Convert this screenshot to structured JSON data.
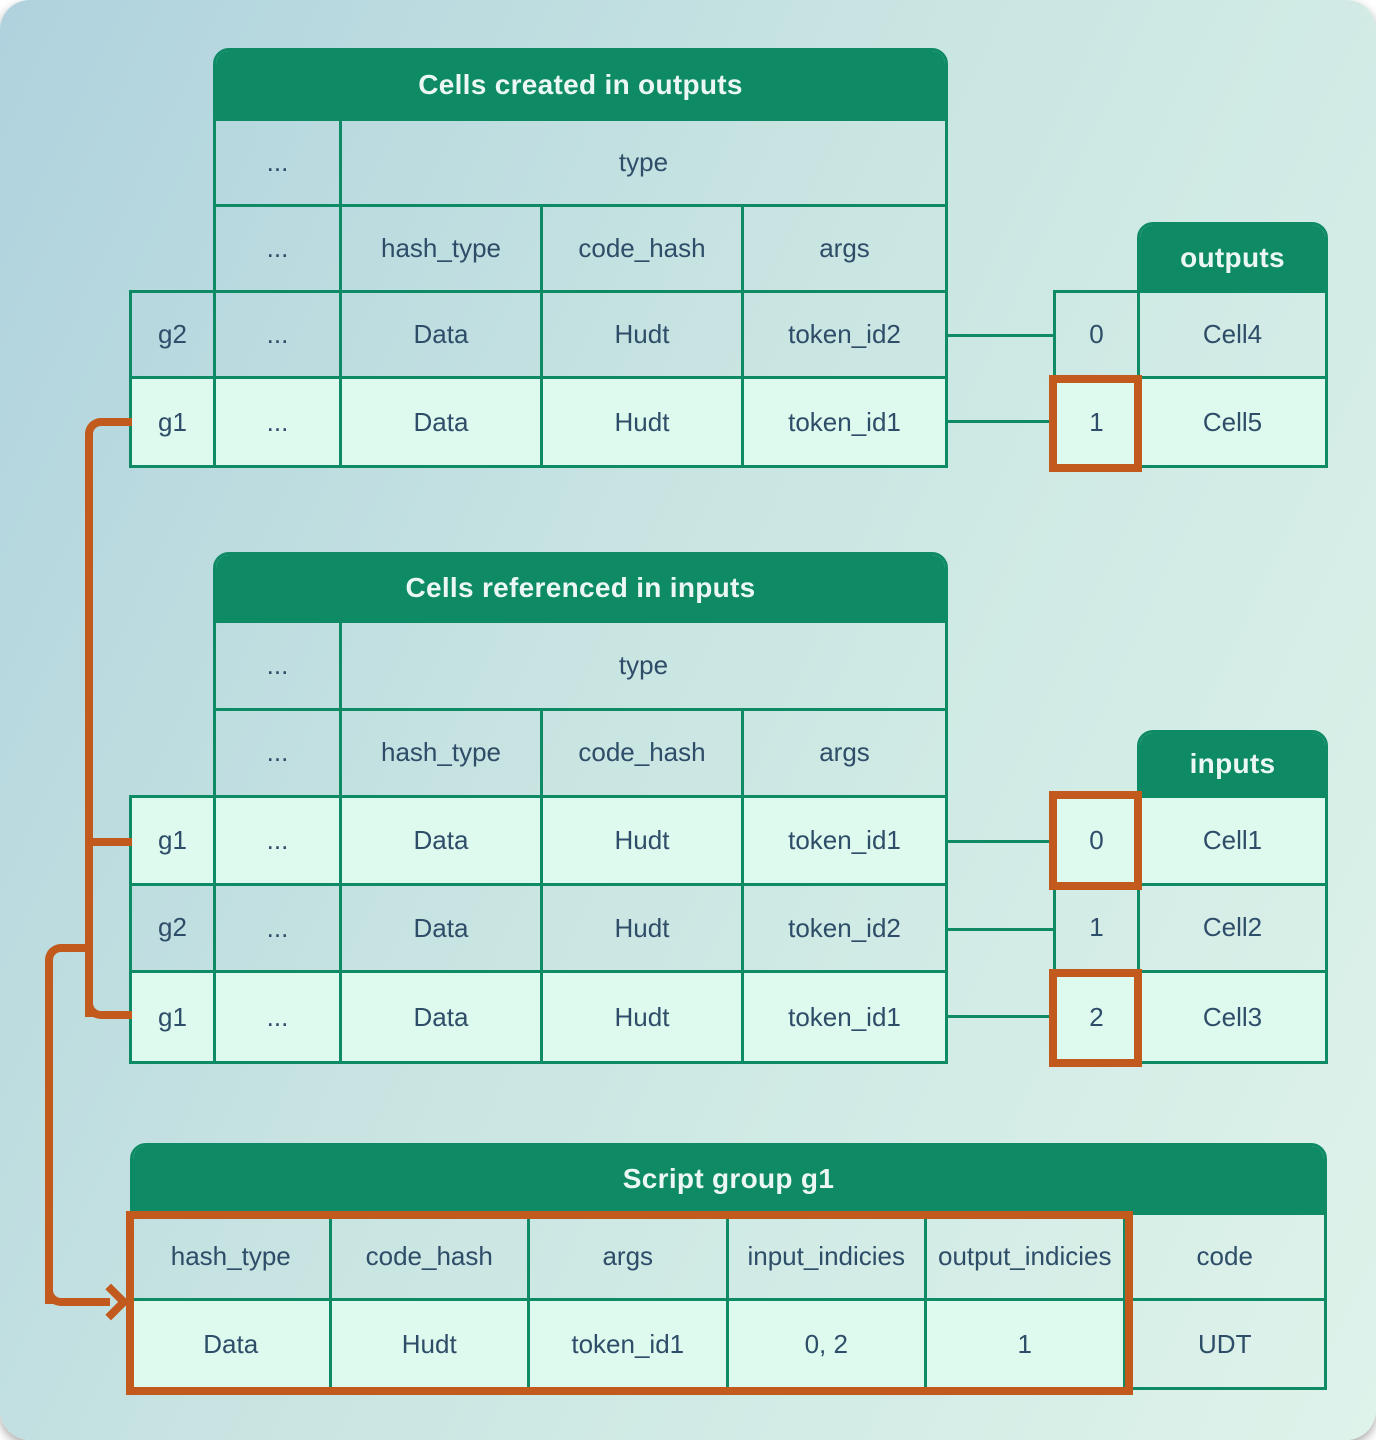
{
  "colors": {
    "bg_gradient_start": "#afd2de",
    "bg_gradient_mid": "#c9e5e2",
    "bg_gradient_end": "#def3ea",
    "header_green": "#0e8a64",
    "border_green": "#0e8a64",
    "highlight_mint": "#def9ee",
    "highlight_orange": "#c25a1e",
    "text_dark": "#2e4d68",
    "header_text": "#ebf7f2"
  },
  "ellipsis": "...",
  "top_table": {
    "title": "Cells created in outputs",
    "type_header": "type",
    "columns": [
      "hash_type",
      "code_hash",
      "args"
    ],
    "rows": [
      {
        "group": "g2",
        "hash_type": "Data",
        "code_hash": "Hudt",
        "args": "token_id2"
      },
      {
        "group": "g1",
        "hash_type": "Data",
        "code_hash": "Hudt",
        "args": "token_id1"
      }
    ]
  },
  "outputs_panel": {
    "title": "outputs",
    "rows": [
      {
        "index": "0",
        "cell": "Cell4"
      },
      {
        "index": "1",
        "cell": "Cell5"
      }
    ]
  },
  "middle_table": {
    "title": "Cells referenced in inputs",
    "type_header": "type",
    "columns": [
      "hash_type",
      "code_hash",
      "args"
    ],
    "rows": [
      {
        "group": "g1",
        "hash_type": "Data",
        "code_hash": "Hudt",
        "args": "token_id1"
      },
      {
        "group": "g2",
        "hash_type": "Data",
        "code_hash": "Hudt",
        "args": "token_id2"
      },
      {
        "group": "g1",
        "hash_type": "Data",
        "code_hash": "Hudt",
        "args": "token_id1"
      }
    ]
  },
  "inputs_panel": {
    "title": "inputs",
    "rows": [
      {
        "index": "0",
        "cell": "Cell1"
      },
      {
        "index": "1",
        "cell": "Cell2"
      },
      {
        "index": "2",
        "cell": "Cell3"
      }
    ]
  },
  "script_group_table": {
    "title": "Script group g1",
    "columns": [
      "hash_type",
      "code_hash",
      "args",
      "input_indicies",
      "output_indicies",
      "code"
    ],
    "values": [
      "Data",
      "Hudt",
      "token_id1",
      "0, 2",
      "1",
      "UDT"
    ]
  }
}
